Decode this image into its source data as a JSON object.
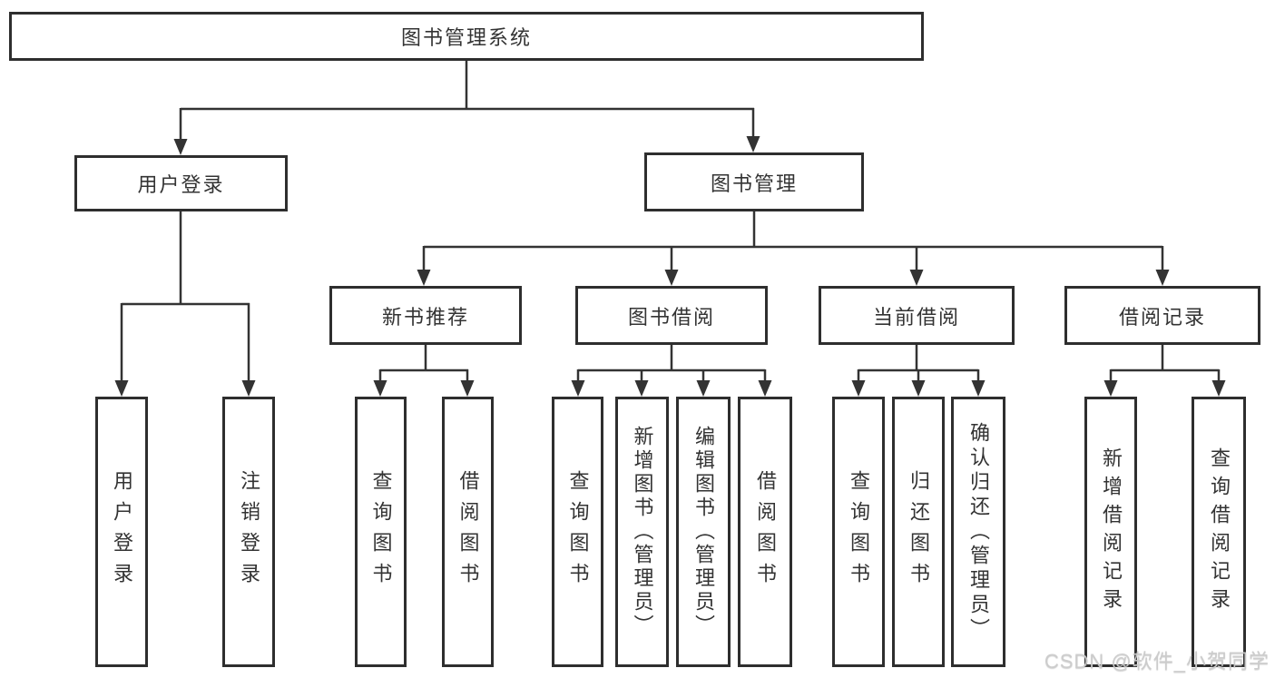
{
  "diagram": {
    "root": {
      "label": "图书管理系统"
    },
    "level2": {
      "user_login": {
        "label": "用户登录"
      },
      "book_mgmt": {
        "label": "图书管理"
      }
    },
    "level3": {
      "new_book": {
        "label": "新书推荐"
      },
      "book_borrow": {
        "label": "图书借阅"
      },
      "current_borrow": {
        "label": "当前借阅"
      },
      "borrow_records": {
        "label": "借阅记录"
      }
    },
    "leaves": {
      "user_login": {
        "label": "用户登录"
      },
      "logout": {
        "label": "注销登录"
      },
      "nb_query": {
        "label": "查询图书"
      },
      "nb_borrow": {
        "label": "借阅图书"
      },
      "bb_query": {
        "label": "查询图书"
      },
      "bb_add": {
        "label": "新增图书（管理员）"
      },
      "bb_edit": {
        "label": "编辑图书（管理员）"
      },
      "bb_borrow": {
        "label": "借阅图书"
      },
      "cb_query": {
        "label": "查询图书"
      },
      "cb_return": {
        "label": "归还图书"
      },
      "cb_confirm": {
        "label": "确认归还（管理员）"
      },
      "br_add": {
        "label": "新增借阅记录"
      },
      "br_query": {
        "label": "查询借阅记录"
      }
    }
  },
  "watermark": {
    "text": "CSDN @软件_小贺同学"
  },
  "colors": {
    "line": "#333333",
    "border": "#2e2e2e",
    "text": "#333333",
    "background": "#ffffff",
    "watermark": "#cbcbcb"
  }
}
